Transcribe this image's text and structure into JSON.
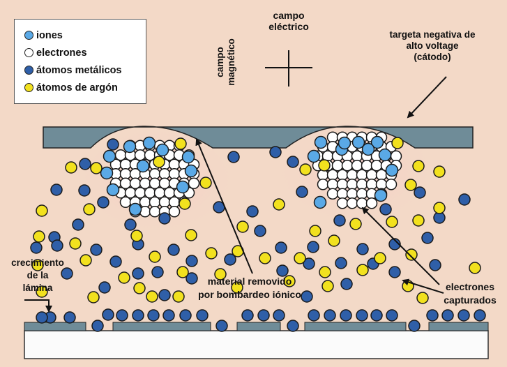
{
  "colors": {
    "background": "#f3d9c7",
    "ion": "#5aa9e6",
    "electron": "#ffffff",
    "metal_atom": "#2f5fa8",
    "argon_atom": "#f2e11e",
    "target": "#6f8c98",
    "substrate": "#fbfbfb"
  },
  "legend": {
    "items": [
      {
        "label": "iones",
        "color": "#5aa9e6"
      },
      {
        "label": "electrones",
        "color": "#ffffff"
      },
      {
        "label": "átomos metálicos",
        "color": "#2f5fa8"
      },
      {
        "label": "átomos de argón",
        "color": "#f2e11e"
      }
    ]
  },
  "labels": {
    "electric_field": "campo\neléctrico",
    "magnetic_field": "campo\nmagnético",
    "target": "targeta negativa de\nalto voltage\n(cátodo)",
    "film_growth": "crecimiento\nde la\nlámina",
    "removed_material": "material removido\npor bombardeo iónico",
    "captured_electrons": "electrones\ncapturados"
  }
}
